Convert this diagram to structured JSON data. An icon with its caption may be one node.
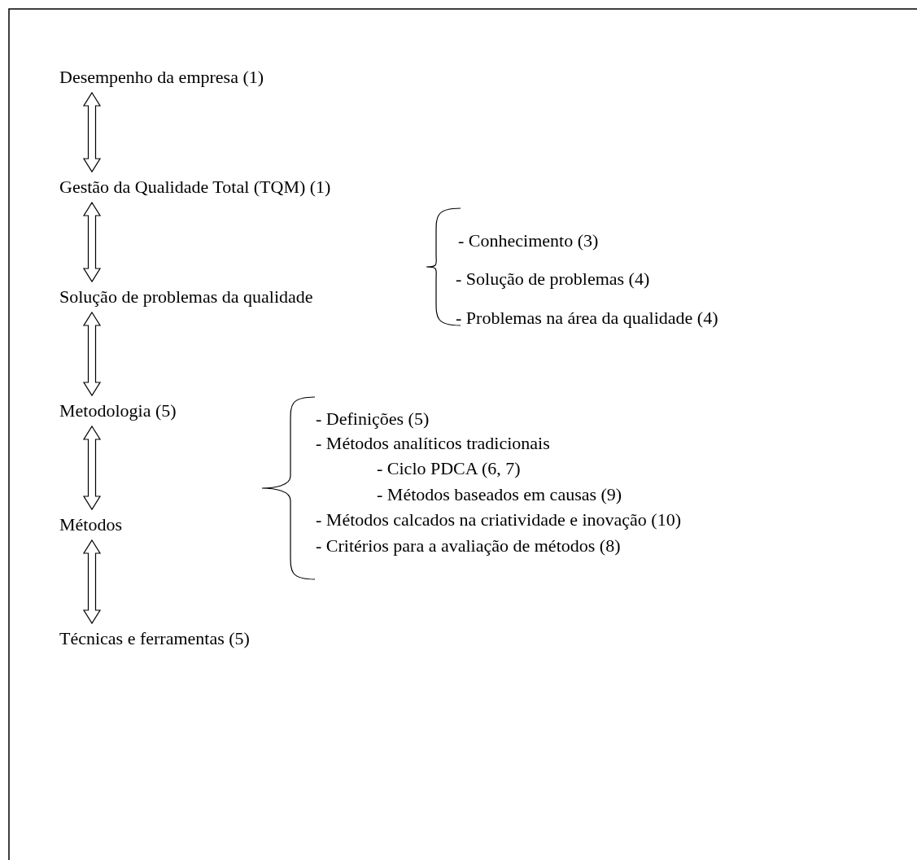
{
  "diagram": {
    "nodes": [
      {
        "text": [
          "Desempenho da empresa (1)"
        ]
      },
      {
        "text": [
          "Gestão da Qualidade Total (TQM) (1)"
        ]
      },
      {
        "text": [
          "Solução de problemas da qualidade"
        ]
      },
      {
        "text": [
          "Metodologia (5)"
        ]
      },
      {
        "text": [
          "Métodos"
        ]
      },
      {
        "text": [
          "Técnicas e ferramentas (5)"
        ]
      }
    ],
    "edges": [
      {
        "from": 0,
        "to": 1,
        "arrow": "both"
      },
      {
        "from": 1,
        "to": 2,
        "arrow": "both"
      },
      {
        "from": 2,
        "to": 3,
        "arrow": "both"
      },
      {
        "from": 3,
        "to": 4,
        "arrow": "both"
      },
      {
        "from": 4,
        "to": 5,
        "arrow": "both"
      }
    ],
    "labels": [
      "- Conhecimento (3)",
      "- Solução de problemas (4)",
      "- Problemas na área da qualidade (4)",
      "- Definições (5)",
      "- Métodos analíticos tradicionais",
      "- Ciclo PDCA (6, 7)",
      "- Métodos baseados em causas (9)",
      "- Métodos calcados na criatividade e inovação (10)",
      "- Critérios para a avaliação de métodos (8)"
    ]
  }
}
